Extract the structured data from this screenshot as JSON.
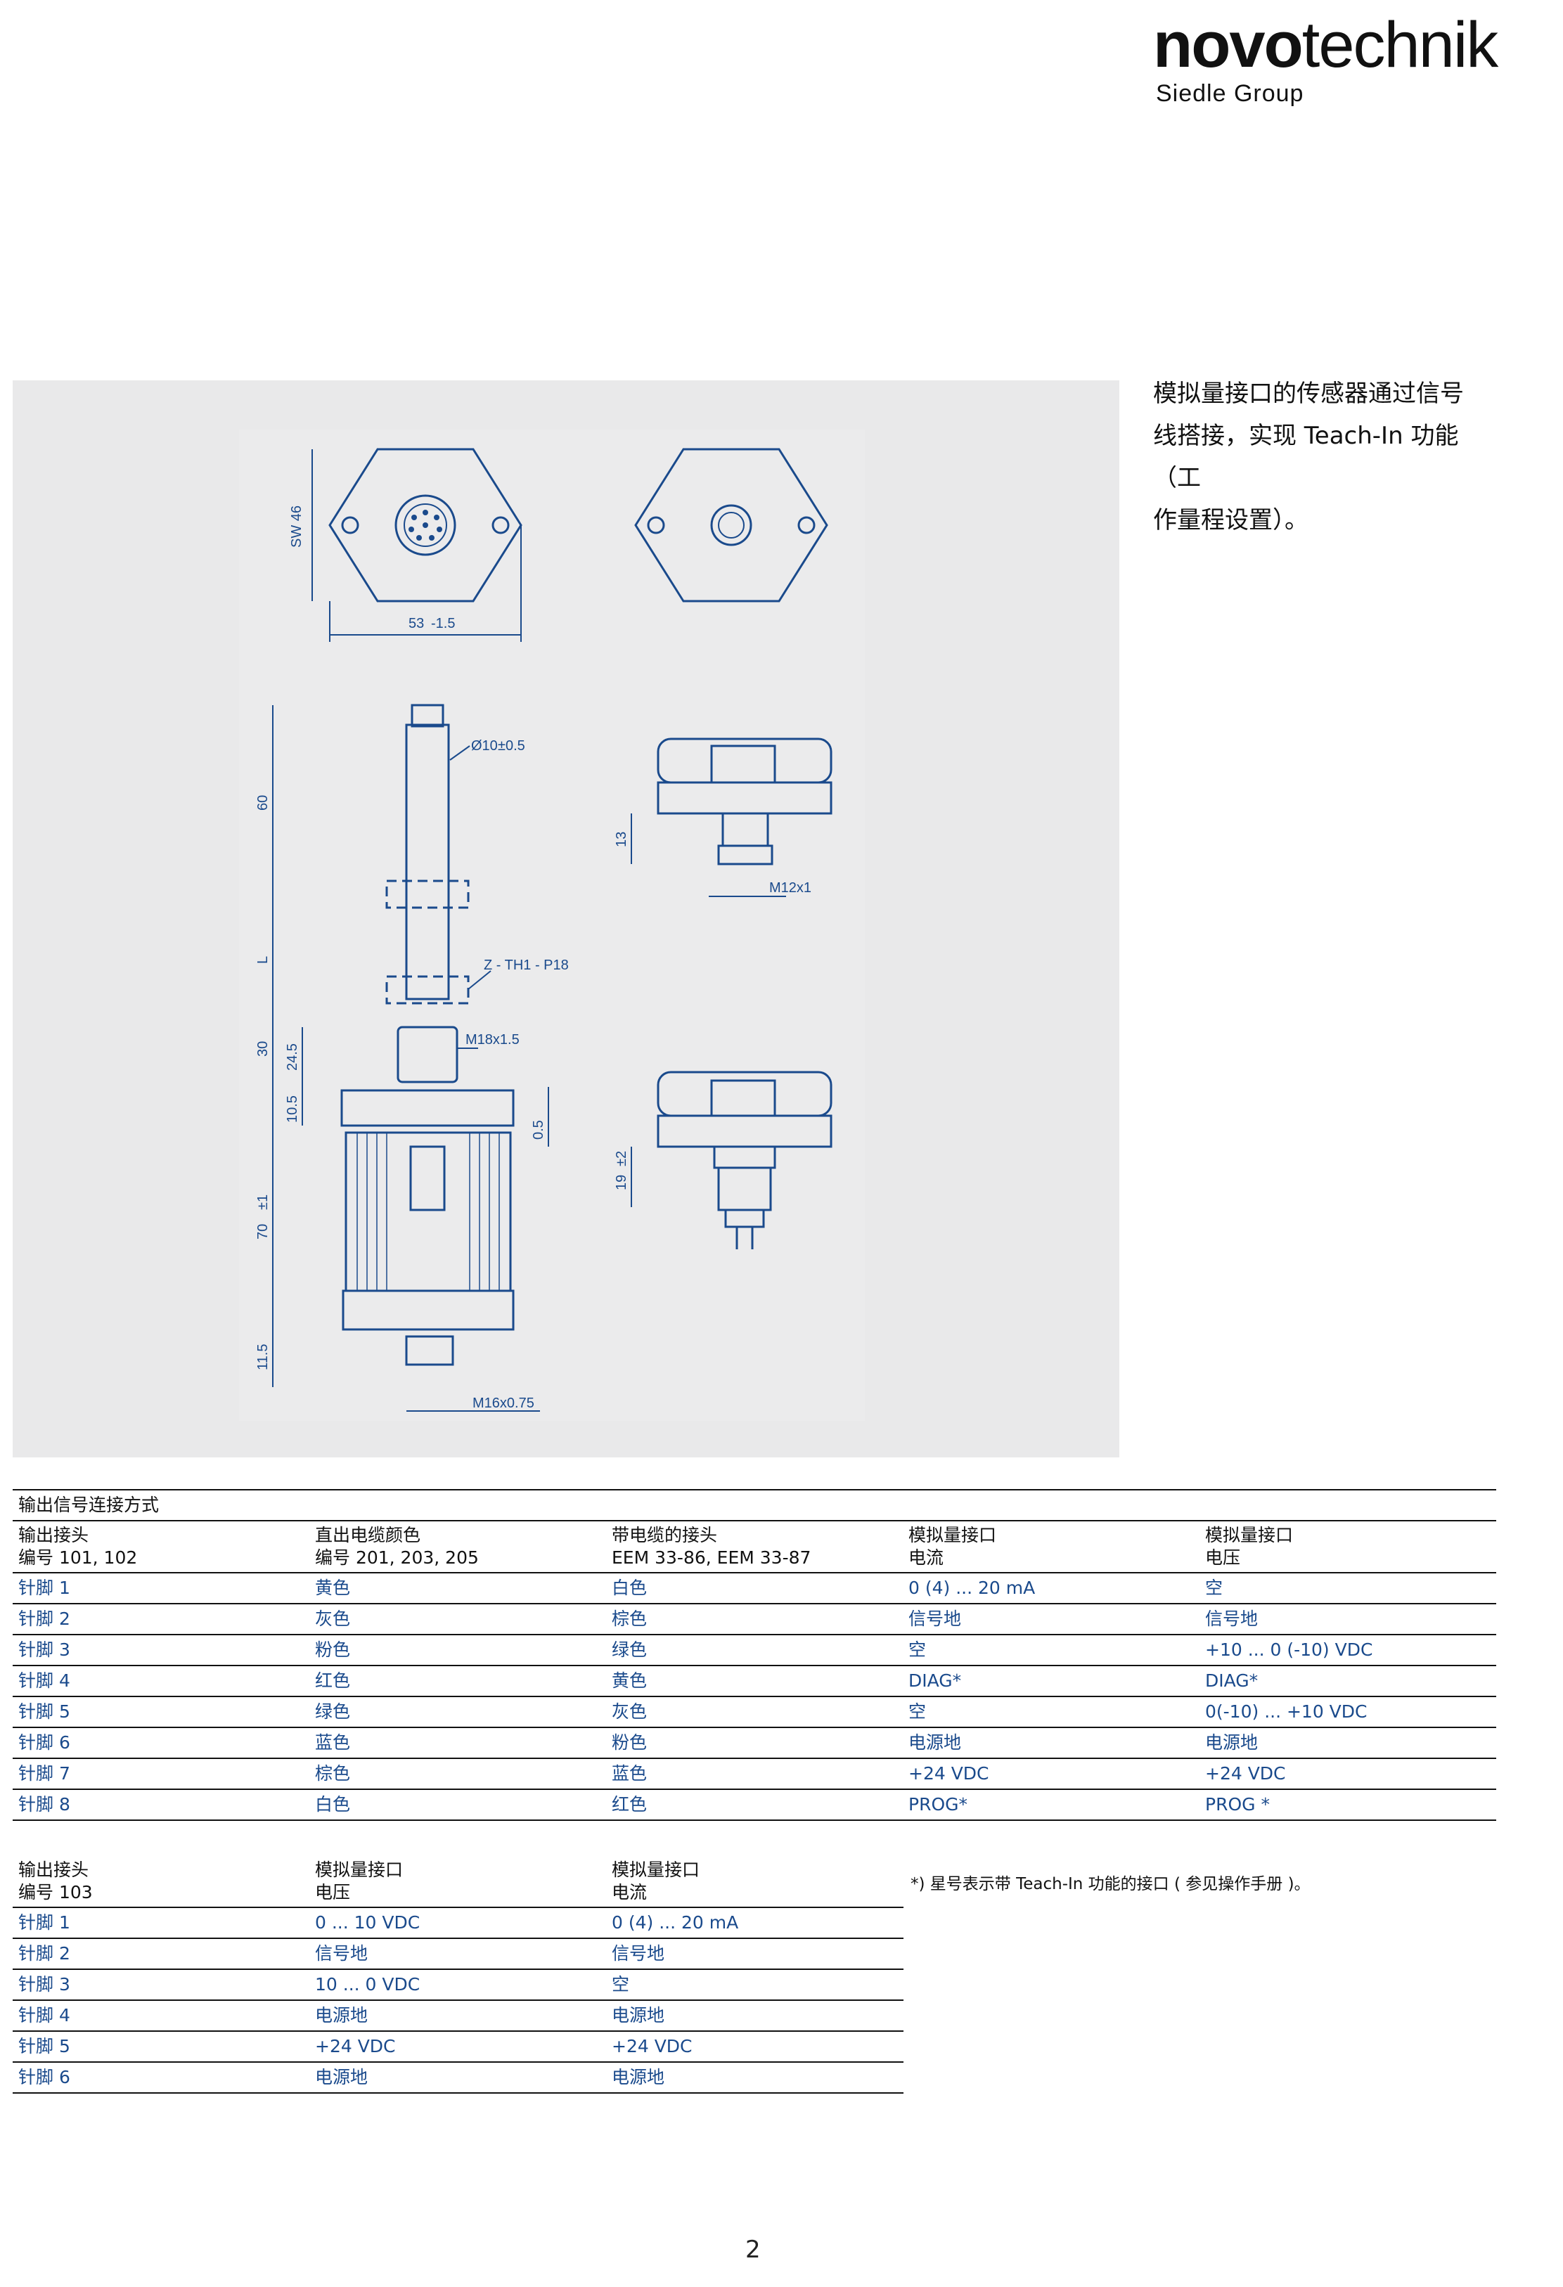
{
  "brand": {
    "bold": "novo",
    "light": "technik",
    "group": "Siedle Group"
  },
  "intro": {
    "line1": "模拟量接口的传感器通过信号",
    "line2": "线搭接，实现 Teach-In 功能（工",
    "line3": "作量程设置）。"
  },
  "drawing": {
    "labels": {
      "sw": "SW 46",
      "width": "53",
      "width_tol": "-1.5",
      "dia": "Ø10",
      "dia_tol": "±0.5",
      "d60": "60",
      "dL": "L",
      "d30": "30",
      "d24": "24.5",
      "d105": "10.5",
      "d70": "70",
      "d70tol": "±1",
      "d115": "11.5",
      "d05": "0.5",
      "d13": "13",
      "d19": "19",
      "d19tol": "±2",
      "m12": "M12x1",
      "m18": "M18x1.5",
      "m16": "M16x0.75",
      "ztp": "Z - TH1 - P18"
    }
  },
  "table1": {
    "title": "输出信号连接方式",
    "headers": [
      [
        "输出接头",
        "编号 101, 102"
      ],
      [
        "直出电缆颜色",
        "编号 201, 203, 205"
      ],
      [
        "带电缆的接头",
        "EEM 33-86, EEM 33-87"
      ],
      [
        "模拟量接口",
        "电流"
      ],
      [
        "模拟量接口",
        "电压"
      ]
    ],
    "rows": [
      [
        "针脚 1",
        "黄色",
        "白色",
        "0 (4) ... 20 mA",
        "空"
      ],
      [
        "针脚 2",
        "灰色",
        "棕色",
        "信号地",
        "信号地"
      ],
      [
        "针脚 3",
        "粉色",
        "绿色",
        "空",
        "+10 ... 0 (-10) VDC"
      ],
      [
        "针脚 4",
        "红色",
        "黄色",
        "DIAG*",
        "DIAG*"
      ],
      [
        "针脚 5",
        "绿色",
        "灰色",
        "空",
        "0(-10) ... +10 VDC"
      ],
      [
        "针脚 6",
        "蓝色",
        "粉色",
        "电源地",
        "电源地"
      ],
      [
        "针脚 7",
        "棕色",
        "蓝色",
        "+24 VDC",
        "+24 VDC"
      ],
      [
        "针脚 8",
        "白色",
        "红色",
        "PROG*",
        "PROG *"
      ]
    ]
  },
  "table2": {
    "headers": [
      [
        "输出接头",
        "编号 103"
      ],
      [
        "模拟量接口",
        "电压"
      ],
      [
        "模拟量接口",
        "电流"
      ]
    ],
    "rows": [
      [
        "针脚 1",
        "0 ... 10 VDC",
        "0 (4) ... 20 mA"
      ],
      [
        "针脚 2",
        "信号地",
        "信号地"
      ],
      [
        "针脚 3",
        "10 ... 0 VDC",
        "空"
      ],
      [
        "针脚 4",
        "电源地",
        "电源地"
      ],
      [
        "针脚 5",
        "+24 VDC",
        "+24 VDC"
      ],
      [
        "针脚 6",
        "电源地",
        "电源地"
      ]
    ]
  },
  "footnote": "*) 星号表示带 Teach-In 功能的接口 ( 参见操作手册 )。",
  "page_number": "2"
}
